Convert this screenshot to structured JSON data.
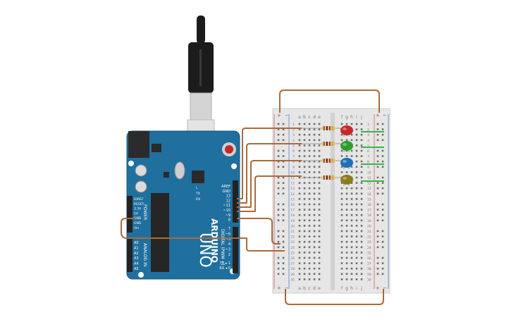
{
  "arduino": {
    "brand": "ARDUINO",
    "model": "UNO",
    "power_label": "POWER",
    "analog_label": "ANALOG IN",
    "digital_label": "DIGITAL (PWM ~)",
    "tx_label": "TX ▸ 1",
    "rx_label": "RX ◂ 0",
    "power_pins": [
      "IOREF",
      "RESET",
      "3.3V",
      "5V",
      "GND",
      "GND",
      "Vin"
    ],
    "analog_pins": [
      "A0",
      "A1",
      "A2",
      "A3",
      "A4",
      "A5"
    ],
    "header_top": [
      "AREF",
      "GND",
      "13",
      "12",
      "~11",
      "~10",
      "~9",
      "8"
    ],
    "header_bottom": [
      "7",
      "~6",
      "~5",
      "4",
      "~3",
      "2"
    ],
    "led_labels": [
      "L",
      "TX",
      "RX"
    ]
  },
  "breadboard": {
    "columns": [
      "a",
      "b",
      "c",
      "d",
      "e",
      "f",
      "g",
      "h",
      "i",
      "j"
    ],
    "rows": [
      "1",
      "2",
      "3",
      "4",
      "5",
      "6",
      "7",
      "8",
      "9",
      "10",
      "11",
      "12",
      "13",
      "14",
      "15",
      "16",
      "17",
      "18",
      "19",
      "20",
      "21",
      "22",
      "23",
      "24",
      "25",
      "26",
      "27",
      "28",
      "29",
      "30"
    ],
    "rail_plus": "+",
    "rail_minus": "−"
  },
  "components": {
    "leds": [
      {
        "name": "red",
        "color": "#c62828"
      },
      {
        "name": "green",
        "color": "#2e9e2e"
      },
      {
        "name": "blue",
        "color": "#1e6fb5"
      },
      {
        "name": "yellow",
        "color": "#8c7c1e"
      }
    ],
    "wire_color": "#a86b3c",
    "jumper_color": "#39b54a"
  }
}
